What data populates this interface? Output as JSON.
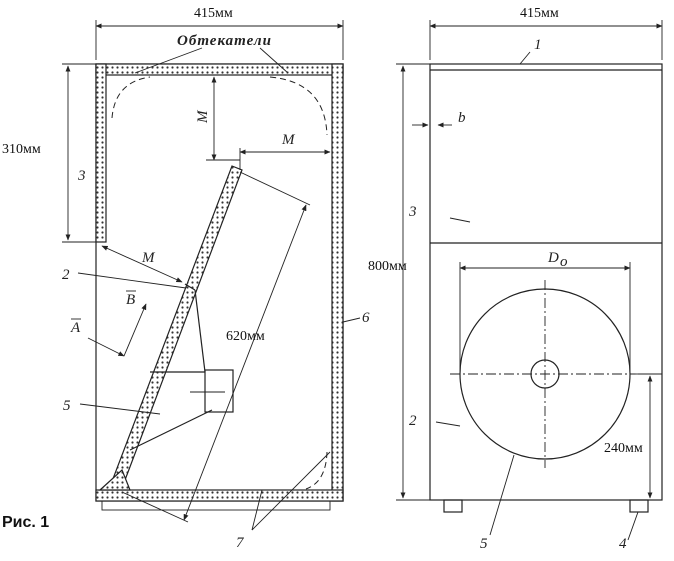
{
  "figure_caption": "Рис. 1",
  "dimensions": {
    "width_left": "415мм",
    "width_right": "415мм",
    "top_section_height": "310мм",
    "total_height": "800мм",
    "panel_length": "620мм",
    "driver_height": "240мм"
  },
  "labels": {
    "fairings": "Обтекатели",
    "m_vertical": "M",
    "m_top": "M",
    "m_left": "M",
    "part_1": "1",
    "part_2_left": "2",
    "part_2_right": "2",
    "part_3_left": "3",
    "part_3_right": "3",
    "part_4": "4",
    "part_5_left": "5",
    "part_5_right": "5",
    "part_6": "6",
    "part_7": "7",
    "wall_thickness": "b",
    "diameter": "D",
    "diameter_sub": "o",
    "arrow_a": "A",
    "arrow_b": "B"
  }
}
